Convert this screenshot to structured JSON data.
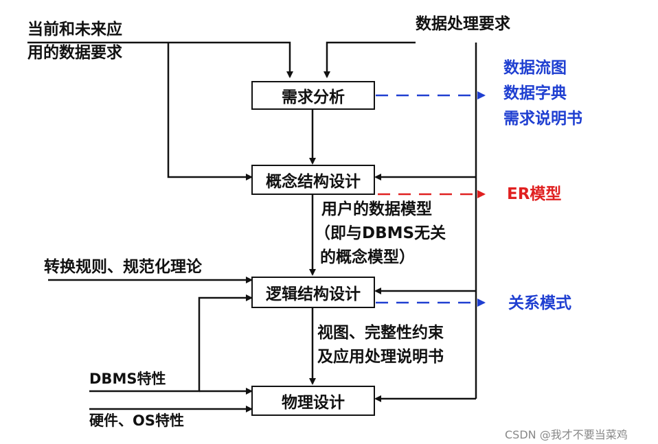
{
  "inputs": {
    "current_future_line1": "当前和未来应",
    "current_future_line2": "用的数据要求",
    "processing_req": "数据处理要求",
    "conversion_rules": "转换规则、规范化理论",
    "dbms_features": "DBMS特性",
    "hw_os_features": "硬件、OS特性"
  },
  "stages": {
    "requirements": "需求分析",
    "conceptual": "概念结构设计",
    "logical": "逻辑结构设计",
    "physical": "物理设计"
  },
  "outputs": {
    "req_out_1": "数据流图",
    "req_out_2": "数据字典",
    "req_out_3": "需求说明书",
    "er_model": "ER模型",
    "relational": "关系模式"
  },
  "annotations": {
    "user_model_1": "用户的数据模型",
    "user_model_2": "（即与DBMS无关",
    "user_model_3": "的概念模型）",
    "views_1": "视图、完整性约束",
    "views_2": "及应用处理说明书"
  },
  "watermark": "CSDN @我才不要当菜鸡",
  "colors": {
    "blue": "#1f3fd1",
    "red": "#e02020",
    "line": "#111111"
  }
}
